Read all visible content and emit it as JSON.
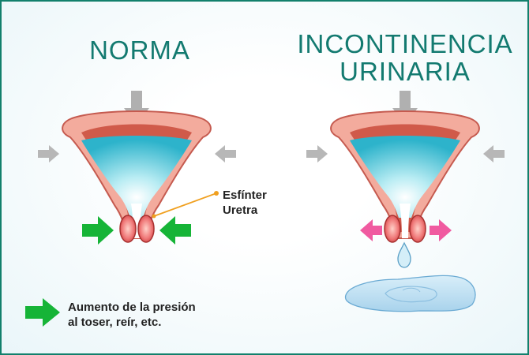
{
  "titles": {
    "left": "NORMA",
    "right_line1": "INCONTINENCIA",
    "right_line2": "URINARIA"
  },
  "labels": {
    "sphincter": "Esfínter",
    "urethra": "Uretra"
  },
  "legend": {
    "line1": "Aumento de la presión",
    "line2": "al toser, reír, etc."
  },
  "colors": {
    "title_teal": "#137a70",
    "bladder_wall": "#f2a999",
    "urine": "#3fc0d4",
    "gray_arrow": "#b3b3b3",
    "green_arrow": "#16b437",
    "pink_arrow": "#f05aa0",
    "leader_line": "#f0a020",
    "puddle": "#bfe0f2"
  }
}
